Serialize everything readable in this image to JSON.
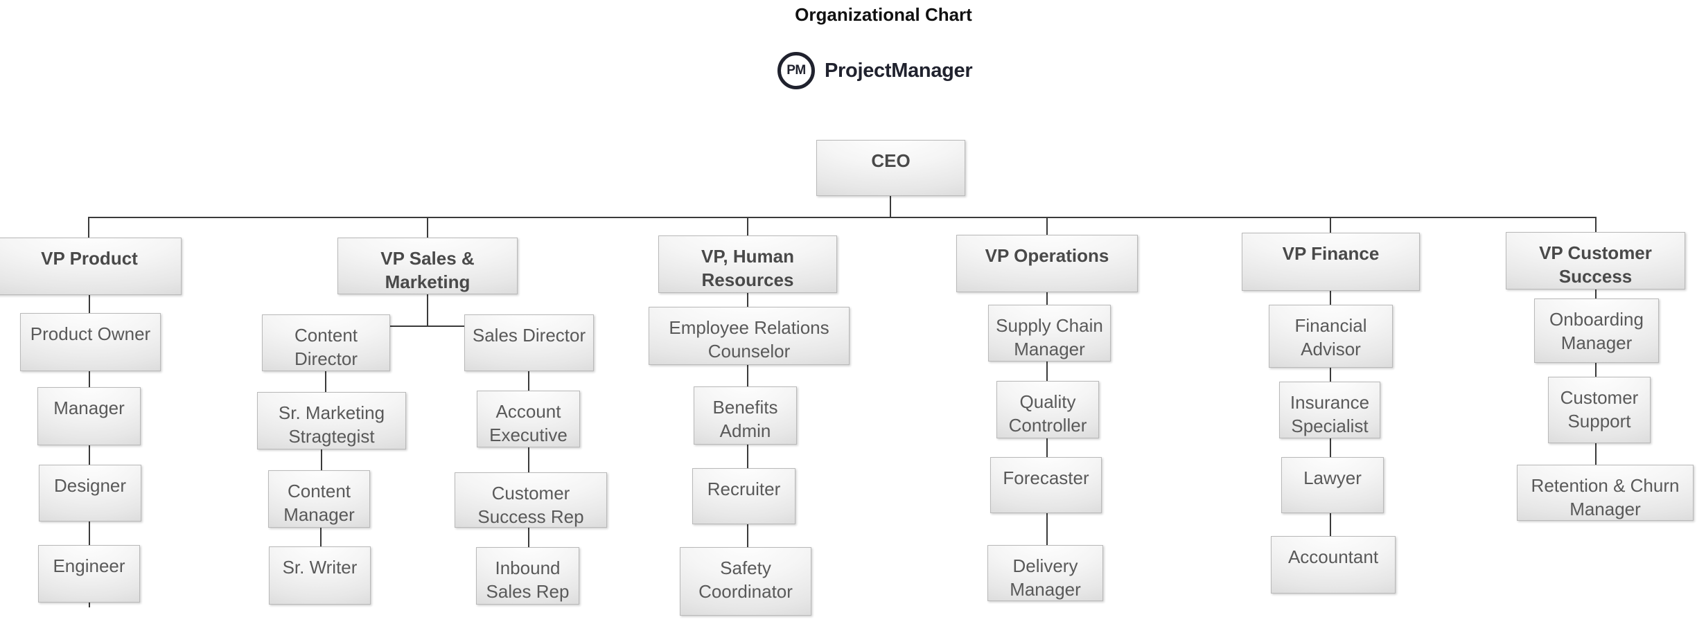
{
  "title": "Organizational Chart",
  "logo": {
    "badge": "PM",
    "brand": "ProjectManager"
  },
  "org": {
    "ceo": "CEO",
    "vp_product": "VP Product",
    "product_owner": "Product Owner",
    "manager": "Manager",
    "designer": "Designer",
    "engineer": "Engineer",
    "vp_sales_marketing": "VP Sales &\nMarketing",
    "content_director": "Content\nDirector",
    "sr_marketing_stragtegist": "Sr. Marketing\nStragtegist",
    "content_manager": "Content\nManager",
    "sr_writer": "Sr. Writer",
    "sales_director": "Sales Director",
    "account_executive": "Account\nExecutive",
    "customer_success_rep": "Customer\nSuccess Rep",
    "inbound_sales_rep": "Inbound\nSales Rep",
    "vp_human_resources": "VP, Human\nResources",
    "employee_relations_counselor": "Employee Relations\nCounselor",
    "benefits_admin": "Benefits\nAdmin",
    "recruiter": "Recruiter",
    "safety_coordinator": "Safety\nCoordinator",
    "vp_operations": "VP Operations",
    "supply_chain_manager": "Supply Chain\nManager",
    "quality_controller": "Quality\nController",
    "forecaster": "Forecaster",
    "delivery_manager": "Delivery\nManager",
    "vp_finance": "VP Finance",
    "financial_advisor": "Financial\nAdvisor",
    "insurance_specialist": "Insurance\nSpecialist",
    "lawyer": "Lawyer",
    "accountant": "Accountant",
    "vp_customer_success": "VP Customer\nSuccess",
    "onboarding_manager": "Onboarding\nManager",
    "customer_support": "Customer\nSupport",
    "retention_churn_manager": "Retention & Churn\nManager"
  },
  "reporting_chains": [
    [
      "CEO",
      "VP Product",
      "Product Owner",
      "Manager",
      "Designer",
      "Engineer"
    ],
    [
      "CEO",
      "VP Sales & Marketing",
      "Content Director",
      "Sr. Marketing Stragtegist",
      "Content Manager",
      "Sr. Writer"
    ],
    [
      "CEO",
      "VP Sales & Marketing",
      "Sales Director",
      "Account Executive",
      "Customer Success Rep",
      "Inbound Sales Rep"
    ],
    [
      "CEO",
      "VP, Human Resources",
      "Employee Relations Counselor",
      "Benefits Admin",
      "Recruiter",
      "Safety Coordinator"
    ],
    [
      "CEO",
      "VP Operations",
      "Supply Chain Manager",
      "Quality Controller",
      "Forecaster",
      "Delivery Manager"
    ],
    [
      "CEO",
      "VP Finance",
      "Financial Advisor",
      "Insurance Specialist",
      "Lawyer",
      "Accountant"
    ],
    [
      "CEO",
      "VP Customer Success",
      "Onboarding Manager",
      "Customer Support",
      "Retention & Churn Manager"
    ]
  ],
  "colors": {
    "background": "#ffffff",
    "box_border": "#b9b9b9",
    "box_fill_top": "#ffffff",
    "box_fill_bottom": "#d2d2d2",
    "box_text": "#595959",
    "vp_text": "#494949",
    "connector": "#3a3a3a",
    "title_text": "#111111",
    "logo_ink": "#20222e"
  }
}
